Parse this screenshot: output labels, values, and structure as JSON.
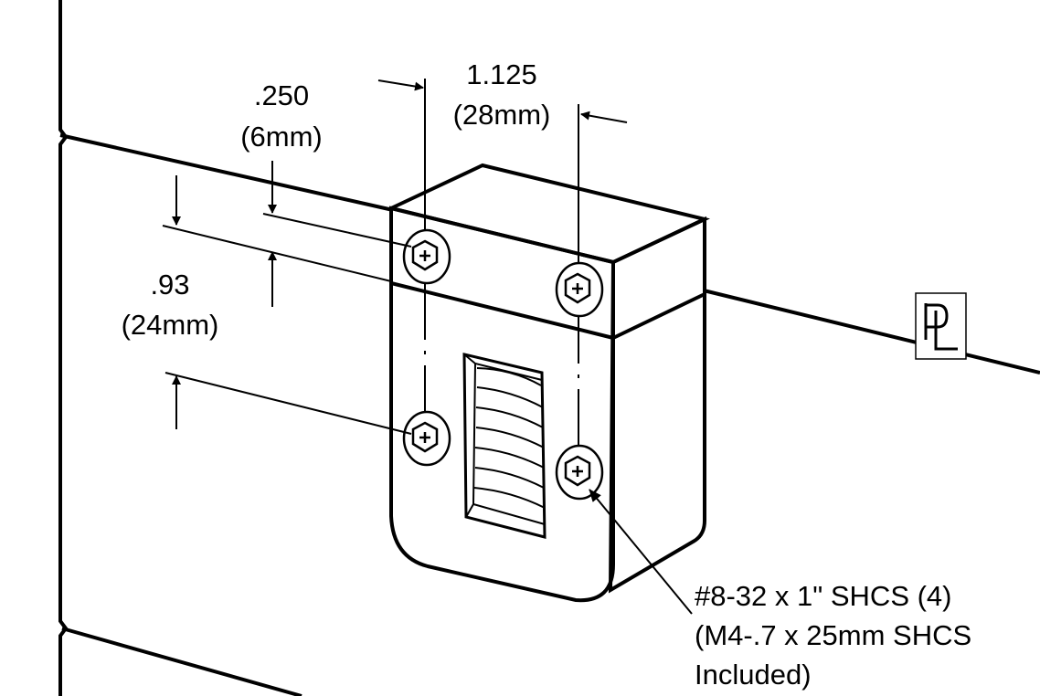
{
  "dimensions": {
    "offset": {
      "value": ".250",
      "metric": "(6mm)"
    },
    "spacing_horizontal": {
      "value": "1.125",
      "metric": "(28mm)"
    },
    "spacing_vertical": {
      "value": ".93",
      "metric": "(24mm)"
    }
  },
  "fastener_callout": {
    "line1": "#8-32 x 1\" SHCS (4)",
    "line2": "(M4-.7 x 25mm SHCS",
    "line3": "Included)"
  },
  "logo": {
    "text": "PL"
  },
  "colors": {
    "ink": "#000000",
    "paper": "#ffffff"
  },
  "icons": [
    "screw-head-icon",
    "logo-pl-icon",
    "dimension-arrow-icon"
  ]
}
